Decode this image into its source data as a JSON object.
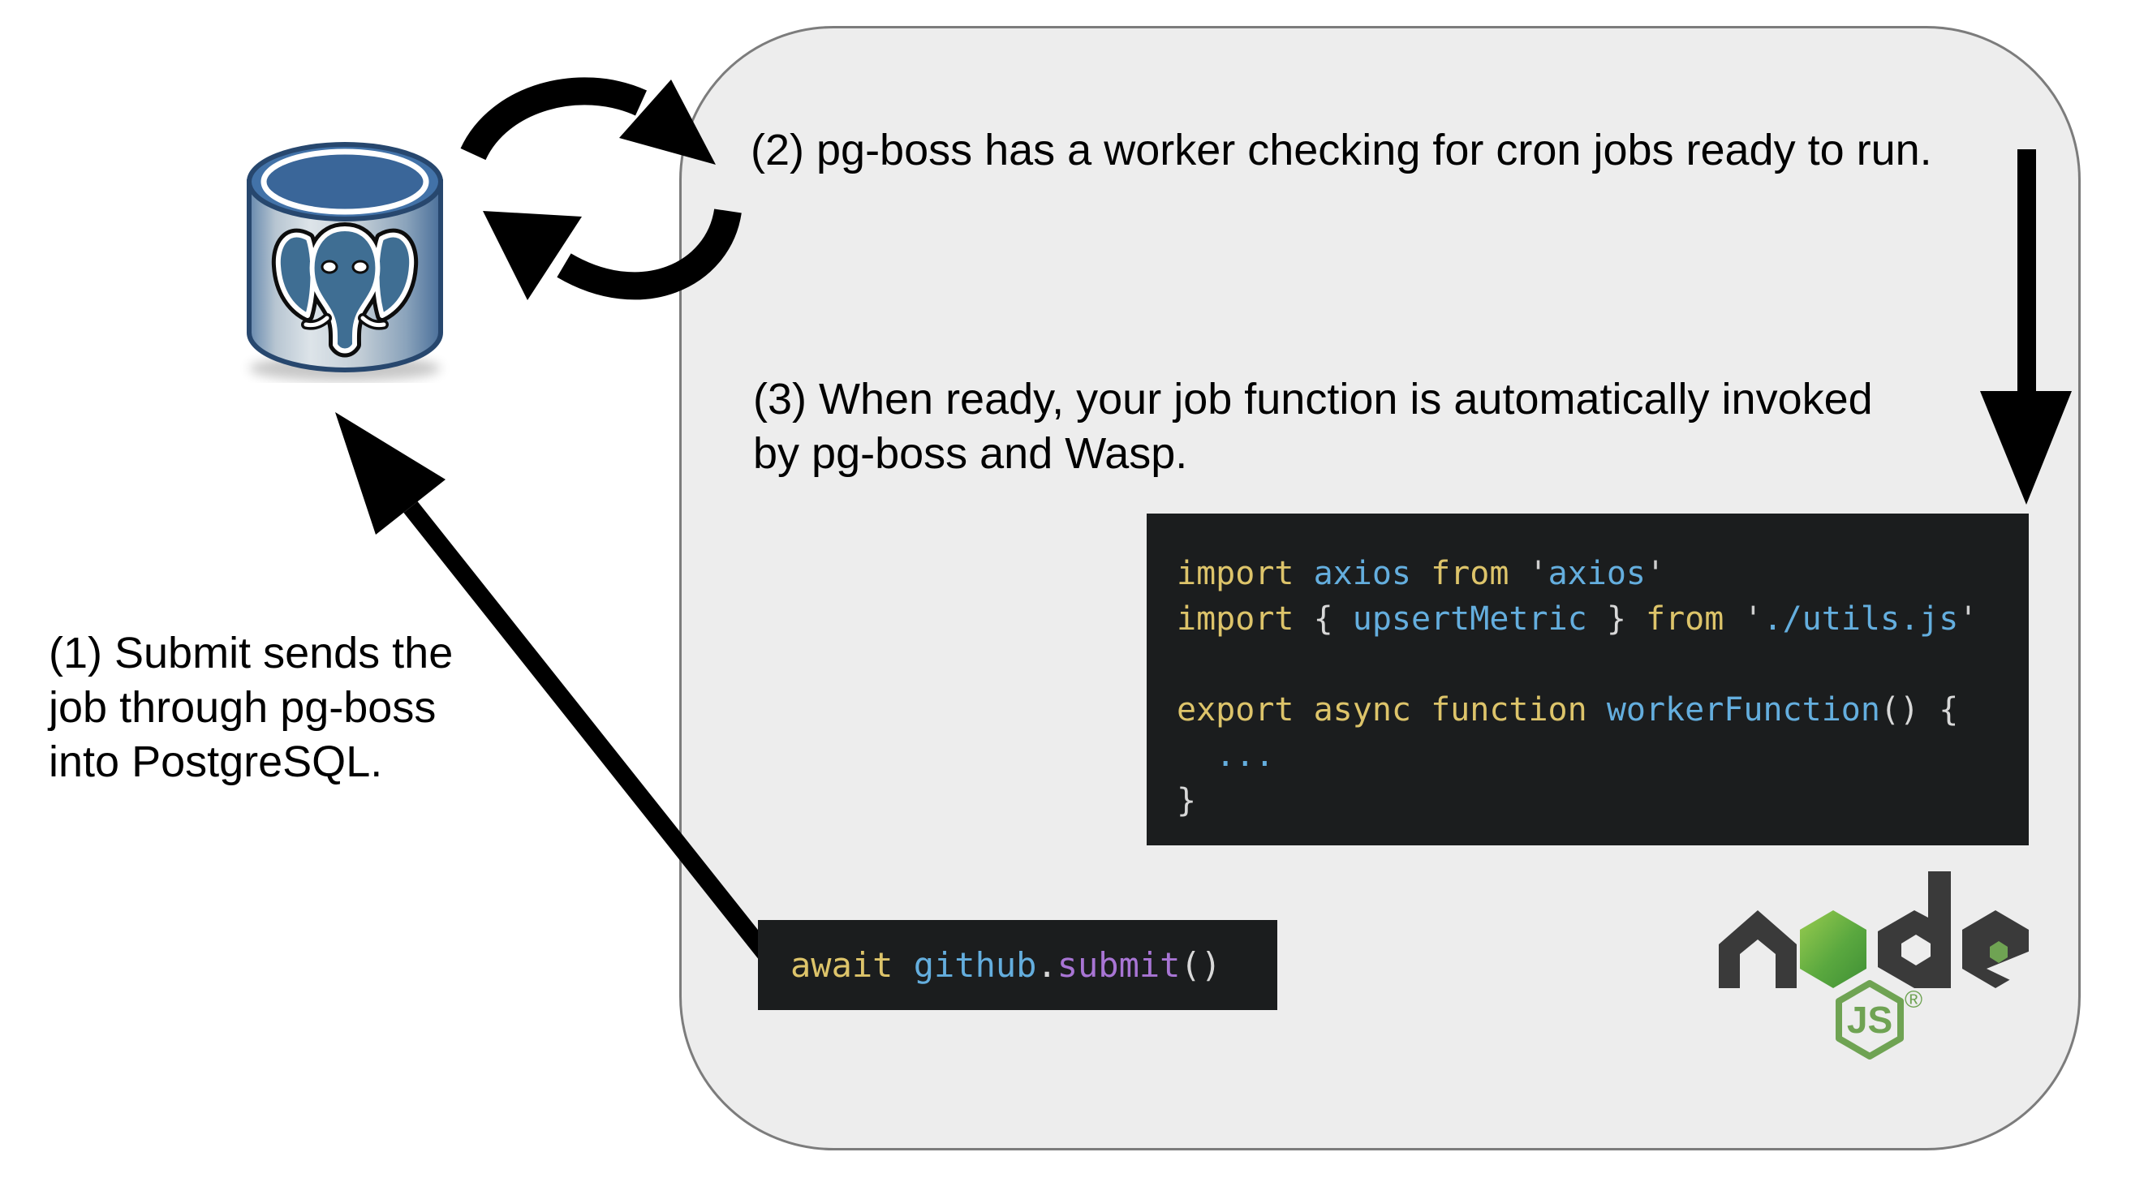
{
  "panel": {
    "fill": "#ededed",
    "border_color": "#7c7c7c"
  },
  "steps": {
    "step1": "(1) Submit sends the\njob through pg-boss\ninto PostgreSQL.",
    "step2": "(2) pg-boss has a worker checking for cron jobs ready to run.",
    "step3": "(3) When ready, your job function is automatically invoked\nby pg-boss and Wasp."
  },
  "code_colors": {
    "kw": "#ddc46a",
    "id": "#64aede",
    "str": "#64aede",
    "q": "#cfcfcf",
    "pun": "#d8d8d8",
    "fn": "#a875d4"
  },
  "worker_code": {
    "bg": "#1b1d1e",
    "lines": [
      [
        {
          "t": "import ",
          "c": "kw"
        },
        {
          "t": "axios",
          "c": "id"
        },
        {
          "t": " from ",
          "c": "kw"
        },
        {
          "t": "'",
          "c": "q"
        },
        {
          "t": "axios",
          "c": "str"
        },
        {
          "t": "'",
          "c": "q"
        }
      ],
      [
        {
          "t": "import ",
          "c": "kw"
        },
        {
          "t": "{ ",
          "c": "pun"
        },
        {
          "t": "upsertMetric",
          "c": "id"
        },
        {
          "t": " } ",
          "c": "pun"
        },
        {
          "t": "from ",
          "c": "kw"
        },
        {
          "t": "'",
          "c": "q"
        },
        {
          "t": "./utils.js",
          "c": "str"
        },
        {
          "t": "'",
          "c": "q"
        }
      ],
      [],
      [
        {
          "t": "export async function ",
          "c": "kw"
        },
        {
          "t": "workerFunction",
          "c": "id"
        },
        {
          "t": "() {",
          "c": "pun"
        }
      ],
      [
        {
          "t": "  ...",
          "c": "id"
        }
      ],
      [
        {
          "t": "}",
          "c": "pun"
        }
      ]
    ]
  },
  "submit_code": {
    "bg": "#1b1d1e",
    "tokens": [
      {
        "t": "await ",
        "c": "kw"
      },
      {
        "t": "github",
        "c": "id"
      },
      {
        "t": ".",
        "c": "pun"
      },
      {
        "t": "submit",
        "c": "fn"
      },
      {
        "t": "()",
        "c": "pun"
      }
    ]
  },
  "arrows": {
    "color": "#000000"
  },
  "logos": {
    "postgresql": {
      "top_blue": "#4272a8",
      "outline": "#27476e",
      "elephant_blue": "#3f6e93"
    },
    "nodejs": {
      "wordmark": "node",
      "badge_text": "JS",
      "registered": "®",
      "dark": "#3a3a3a",
      "green": "#6fa353",
      "hex_light": "#99cc4f",
      "hex_dark": "#3f8f35"
    }
  }
}
